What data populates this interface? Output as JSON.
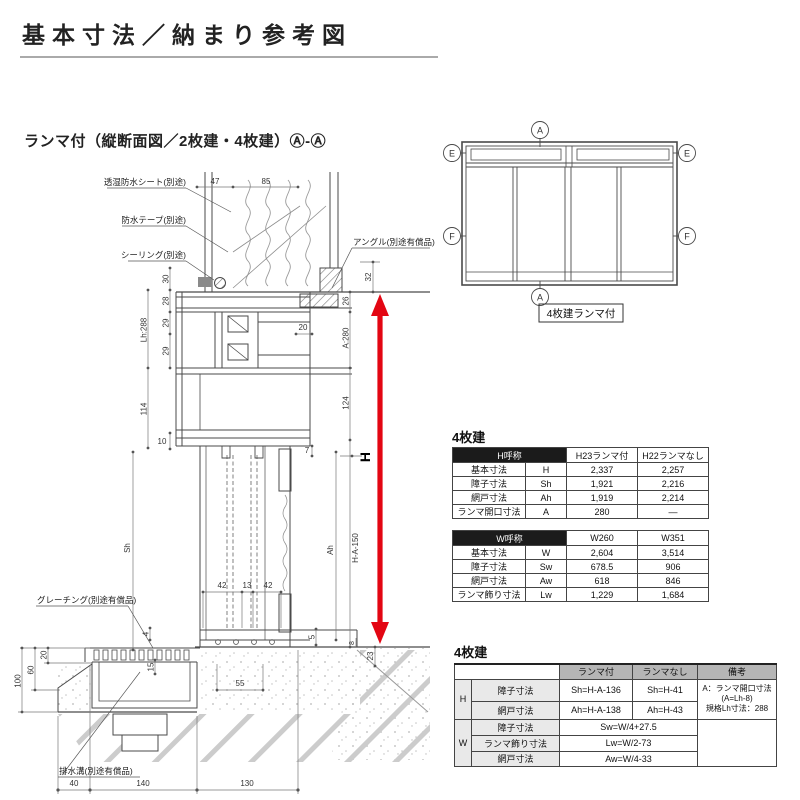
{
  "page": {
    "title": "基本寸法／納まり参考図",
    "subtitle": "ランマ付（縦断面図／2枚建・4枚建）Ⓐ-Ⓐ"
  },
  "section": {
    "callouts": {
      "sheet": "透湿防水シート(別途)",
      "tape": "防水テープ(別途)",
      "sealing": "シーリング(別途)",
      "angle": "アングル(別途有償品)",
      "grating": "グレーチング(別途有償品)",
      "drain": "排水溝(別途有償品)"
    },
    "dims": {
      "d47": "47",
      "d85": "85",
      "d30": "30",
      "d28": "28",
      "d29a": "29",
      "d29b": "29",
      "lh288": "Lh:288",
      "d114": "114",
      "d10": "10",
      "d26": "26",
      "d20mid": "20",
      "a280": "A:280",
      "d124": "124",
      "d32": "32",
      "d7": "7",
      "sh": "Sh",
      "ah": "Ah",
      "ha150": "H-A-150",
      "d42a": "42",
      "d13": "13",
      "d42b": "42",
      "d4": "4",
      "d5": "5",
      "d8": "8",
      "d23": "23",
      "d15": "15",
      "d20l": "20",
      "d60": "60",
      "d100": "100",
      "d55": "55",
      "d40": "40",
      "d140": "140",
      "d130": "130",
      "hlabel": "H"
    }
  },
  "elevation": {
    "letter_a": "A",
    "letter_e": "E",
    "letter_f": "F",
    "caption": "4枚建ランマ付"
  },
  "tables": {
    "t1": {
      "title": "4枚建",
      "header": [
        "H呼称",
        "H23ランマ付",
        "H22ランマなし"
      ],
      "rows": [
        [
          "基本寸法",
          "H",
          "2,337",
          "2,257"
        ],
        [
          "障子寸法",
          "Sh",
          "1,921",
          "2,216"
        ],
        [
          "網戸寸法",
          "Ah",
          "1,919",
          "2,214"
        ],
        [
          "ランマ開口寸法",
          "A",
          "280",
          "—"
        ]
      ]
    },
    "t2": {
      "header": [
        "W呼称",
        "W260",
        "W351"
      ],
      "rows": [
        [
          "基本寸法",
          "W",
          "2,604",
          "3,514"
        ],
        [
          "障子寸法",
          "Sw",
          "678.5",
          "906"
        ],
        [
          "網戸寸法",
          "Aw",
          "618",
          "846"
        ],
        [
          "ランマ飾り寸法",
          "Lw",
          "1,229",
          "1,684"
        ]
      ]
    },
    "t3": {
      "title": "4枚建",
      "header": {
        "blank": "",
        "with": "ランマ付",
        "without": "ランマなし",
        "note": "備考"
      },
      "groups": {
        "h": "H",
        "w": "W"
      },
      "rows": {
        "r1": {
          "name": "障子寸法",
          "with": "Sh=H-A-136",
          "without": "Sh=H-41"
        },
        "r2": {
          "name": "網戸寸法",
          "with": "Ah=H-A-138",
          "without": "Ah=H-43"
        },
        "r3": {
          "name": "障子寸法",
          "formula": "Sw=W/4+27.5"
        },
        "r4": {
          "name": "ランマ飾り寸法",
          "formula": "Lw=W/2-73"
        },
        "r5": {
          "name": "網戸寸法",
          "formula": "Aw=W/4-33"
        }
      },
      "note_lines": {
        "l1": "A：ランマ開口寸法",
        "l2": "(A=Lh-8)",
        "l3": "規格Lh寸法：288"
      }
    }
  }
}
